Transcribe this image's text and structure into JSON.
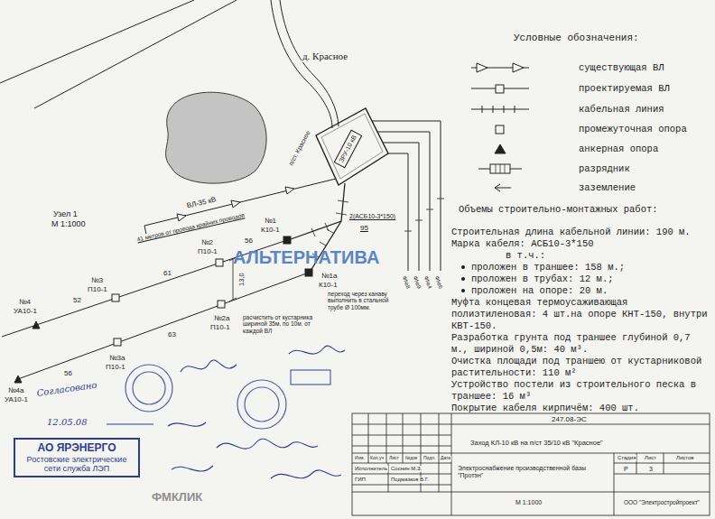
{
  "diagram": {
    "nodes": [
      {
        "text": [
          "ЗРУ-10 кВ"
        ]
      },
      {
        "text": [
          "АО ЯРЭНЕРГО",
          "Ростовские электрические сети служба ЛЭП"
        ]
      }
    ],
    "labels": [
      "д. Красное",
      "Узел 1",
      "М 1:1000",
      "ВЛ-35 кВ",
      "п/ст. Красное",
      "41 метров от провода крайних проводов",
      "№1",
      "К10-1",
      "2(АСБ10-3*150)",
      "95",
      "№2",
      "П10-1",
      "№3",
      "П10-1",
      "№4",
      "УА10-1",
      "№1а",
      "К10-1",
      "№2а",
      "П10-1",
      "№3а",
      "П10-1",
      "№4а",
      "УА10-1",
      "61",
      "56",
      "52",
      "63",
      "56",
      "13,0",
      "расчистить от кустарника шириной 35м. по 10м. от каждой ВЛ",
      "переход через канаву выполнить в стальной трубе Ø 100мм.",
      "Ф№8",
      "Ф№9",
      "Ф№4",
      "Ф№6",
      "Условные обозначения:",
      "Объемы строительно-монтажных работ:",
      "Строительная длина кабельной линии: 190 м.",
      "Марка кабеля: АСБ10-3*150",
      "в т.ч.:",
      "проложен в траншее: 158 м.;",
      "проложен в трубах: 12 м.;",
      "проложен на опоре: 20 м.",
      "Муфта концевая термоусаживающая полиэтиленовая: 4 шт.на опоре КНТ-150, внутри КВТ-150.",
      "Разработка грунта под траншее глубиной 0,7 м., шириной 0,5м: 40 м³.",
      "Очистка площади под траншею от кустарниковой растительности: 110 м²",
      "Устройство постели из строительного песка в траншее: 16 м³",
      "Покрытие кабеля кирпичём: 400 шт.",
      "247.08-ЭС",
      "Заход КЛ-10 кВ на п/ст 35/10 кВ \"Красное\"",
      "Изм.",
      "Кол.уч",
      "Лист",
      "№док",
      "Подп.",
      "Дата",
      "Исполнитель",
      "Соснин М.З.",
      "ГИП",
      "Подмазков В.Г.",
      "Электроснабжение производственной базы \"Протэн\"",
      "Стадия",
      "Лист",
      "Листов",
      "Р",
      "3",
      "М 1:1000",
      "ООО \"Электростройпроект\"",
      "АЛЬТЕРНАТИВА",
      "ФМКЛИК",
      "Согласовано",
      "12.05.08"
    ],
    "legend": [
      {
        "text": "существующая ВЛ"
      },
      {
        "text": "проектируемая ВЛ"
      },
      {
        "text": "кабельная линия"
      },
      {
        "text": "промежуточная опора"
      },
      {
        "text": "анкерная опора"
      },
      {
        "text": "разрядник"
      },
      {
        "text": "заземление"
      }
    ]
  }
}
